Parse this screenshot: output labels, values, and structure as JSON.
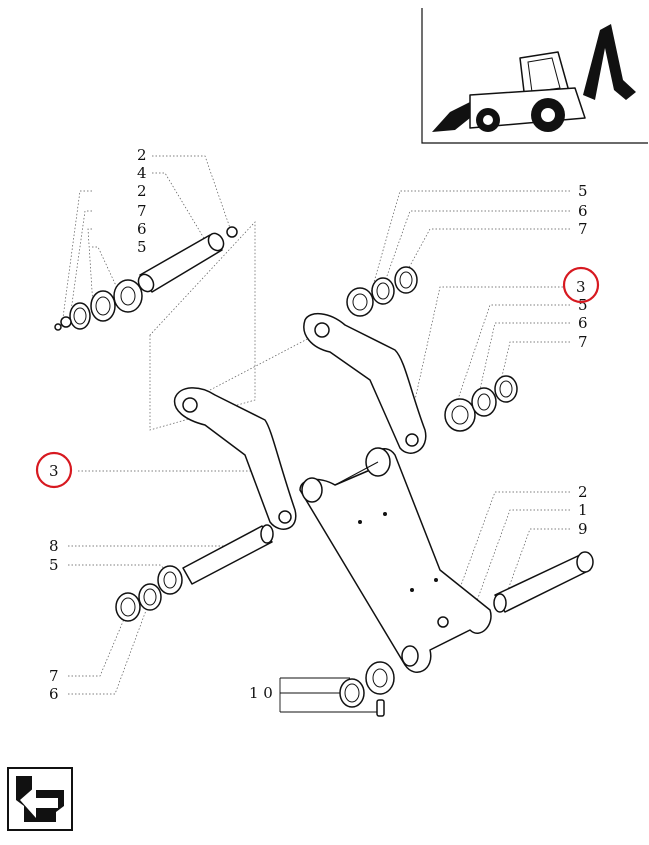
{
  "callouts": [
    {
      "id": "c-2-top",
      "text": "2"
    },
    {
      "id": "c-4",
      "text": "4"
    },
    {
      "id": "c-2-left",
      "text": "2"
    },
    {
      "id": "c-7-left",
      "text": "7"
    },
    {
      "id": "c-6-left",
      "text": "6"
    },
    {
      "id": "c-5-left",
      "text": "5"
    },
    {
      "id": "c-5-right-top",
      "text": "5"
    },
    {
      "id": "c-6-right-top",
      "text": "6"
    },
    {
      "id": "c-7-right-top",
      "text": "7"
    },
    {
      "id": "c-3-right",
      "text": "3"
    },
    {
      "id": "c-5-right-mid",
      "text": "5"
    },
    {
      "id": "c-6-right-mid",
      "text": "6"
    },
    {
      "id": "c-7-right-mid",
      "text": "7"
    },
    {
      "id": "c-3-left",
      "text": "3"
    },
    {
      "id": "c-2-right-low",
      "text": "2"
    },
    {
      "id": "c-1",
      "text": "1"
    },
    {
      "id": "c-9",
      "text": "9"
    },
    {
      "id": "c-8",
      "text": "8"
    },
    {
      "id": "c-5-lower",
      "text": "5"
    },
    {
      "id": "c-7-lower",
      "text": "7"
    },
    {
      "id": "c-6-lower",
      "text": "6"
    },
    {
      "id": "c-10",
      "text": "1 0"
    }
  ],
  "highlights": [
    "c-3-right",
    "c-3-left"
  ],
  "colors": {
    "highlight": "#d71920",
    "ink": "#111111"
  },
  "icons": {
    "corner": "back-arrow-icon",
    "thumbnail": "backhoe-loader-icon"
  }
}
